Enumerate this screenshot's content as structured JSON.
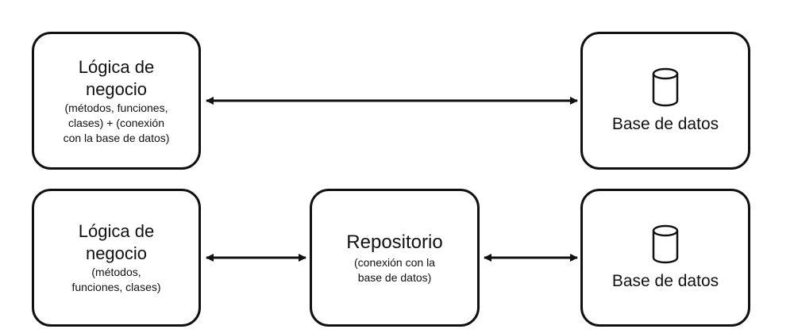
{
  "top_row": {
    "logic_box": {
      "title_line1": "Lógica de",
      "title_line2": "negocio",
      "sub_line1": "(métodos, funciones,",
      "sub_line2": "clases) + (conexión",
      "sub_line3": "con la base de datos)"
    },
    "db_box": {
      "icon": "database-icon",
      "label": "Base de datos"
    }
  },
  "bottom_row": {
    "logic_box": {
      "title_line1": "Lógica de",
      "title_line2": "negocio",
      "sub_line1": "(métodos,",
      "sub_line2": "funciones, clases)"
    },
    "repo_box": {
      "title": "Repositorio",
      "sub_line1": "(conexión con la",
      "sub_line2": "base de datos)"
    },
    "db_box": {
      "icon": "database-icon",
      "label": "Base de datos"
    }
  },
  "colors": {
    "stroke": "#111111",
    "background": "#ffffff"
  }
}
